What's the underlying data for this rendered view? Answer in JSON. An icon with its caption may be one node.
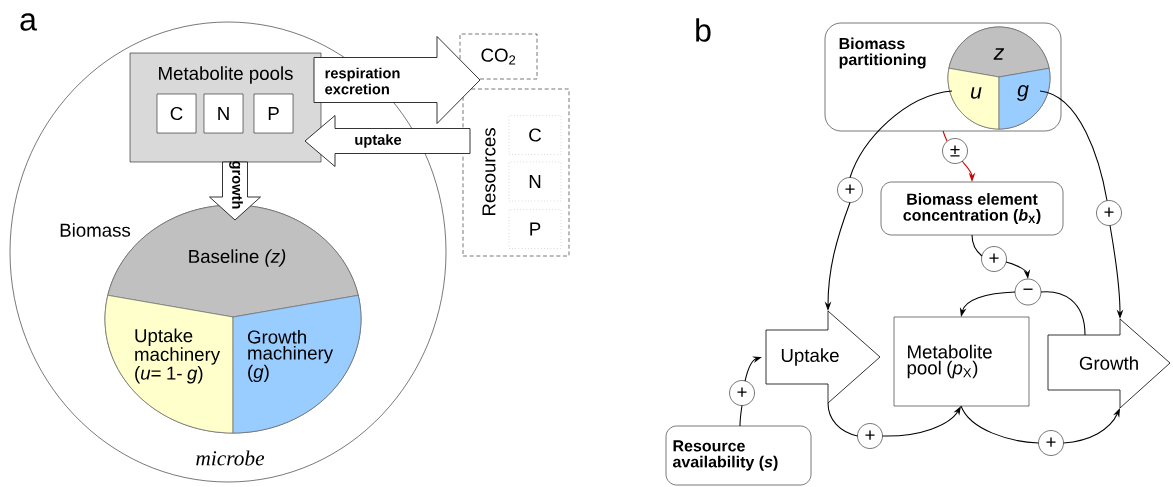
{
  "diagram": {
    "nodes": [
      {
        "text": [
          "microbe"
        ]
      },
      {
        "text": [
          "Metabolite pools"
        ],
        "in": 0
      },
      {
        "text": [
          "C"
        ],
        "in": 1
      },
      {
        "text": [
          "N"
        ],
        "in": 1
      },
      {
        "text": [
          "P"
        ],
        "in": 1
      },
      {
        "text": [],
        "shape": "circle",
        "beside": [
          "Biomass"
        ],
        "in": 0
      },
      {
        "text": [
          "Baseline *(z)*"
        ],
        "in": 5
      },
      {
        "text": [
          "Uptake machinery (*u*= 1- *g*)"
        ],
        "in": 5
      },
      {
        "text": [
          "Growth machinery (*g*)"
        ],
        "in": 5
      },
      {
        "text": [
          "CO$_{2}$"
        ]
      },
      {
        "text": [
          "Resources"
        ]
      },
      {
        "text": [
          "C"
        ],
        "in": 10
      },
      {
        "text": [
          "N"
        ],
        "in": 10
      },
      {
        "text": [
          "P"
        ],
        "in": 10
      },
      {
        "text": [
          "Biomass partitioning"
        ]
      },
      {
        "text": [],
        "shape": "circle",
        "in": 14
      },
      {
        "text": [
          "z"
        ],
        "in": 15
      },
      {
        "text": [
          "u"
        ],
        "in": 15
      },
      {
        "text": [
          "g"
        ],
        "in": 15
      },
      {
        "text": [
          "Biomass element concentration (*b*$_{X}$)"
        ]
      },
      {
        "text": [
          "Uptake"
        ]
      },
      {
        "text": [
          "Metabolite pool (*p*$_{X}$)"
        ]
      },
      {
        "text": [
          "Growth"
        ]
      },
      {
        "text": [
          "Resource availability (*s*)"
        ]
      },
      {
        "text": [
          "−"
        ]
      },
      {
        "text": [
          "+"
        ]
      },
      {
        "text": [
          "+"
        ]
      },
      {
        "text": [
          "±"
        ]
      },
      {
        "text": [
          "+"
        ]
      },
      {
        "text": [
          "+"
        ]
      },
      {
        "text": [
          "+"
        ]
      },
      {
        "text": [
          "+"
        ]
      }
    ],
    "edges": [
      {
        "from": 1,
        "to": 9,
        "arrow": "to",
        "label": "respiration excretion"
      },
      {
        "from": 10,
        "to": 1,
        "arrow": "to",
        "label": "uptake"
      },
      {
        "from": 1,
        "to": 5,
        "arrow": "to",
        "label": "growth"
      },
      {
        "from": 17,
        "to": 25,
        "arrow": "none"
      },
      {
        "from": 25,
        "to": 20,
        "arrow": "to"
      },
      {
        "from": 18,
        "to": 26,
        "arrow": "none"
      },
      {
        "from": 26,
        "to": 22,
        "arrow": "to"
      },
      {
        "from": 14,
        "to": 27,
        "arrow": "none",
        "color": "#cc0000"
      },
      {
        "from": 27,
        "to": 19,
        "arrow": "to",
        "color": "#cc0000"
      },
      {
        "from": 19,
        "to": 28,
        "arrow": "none"
      },
      {
        "from": 28,
        "to": 24,
        "arrow": "to"
      },
      {
        "from": 22,
        "to": 24,
        "arrow": "none"
      },
      {
        "from": 24,
        "to": 21,
        "arrow": "to"
      },
      {
        "from": 23,
        "to": 29,
        "arrow": "none"
      },
      {
        "from": 29,
        "to": 20,
        "arrow": "to"
      },
      {
        "from": 20,
        "to": 30,
        "arrow": "none"
      },
      {
        "from": 30,
        "to": 21,
        "arrow": "to"
      },
      {
        "from": 21,
        "to": 31,
        "arrow": "none"
      },
      {
        "from": 31,
        "to": 22,
        "arrow": "to"
      }
    ],
    "labels": [
      "a",
      "b"
    ]
  }
}
